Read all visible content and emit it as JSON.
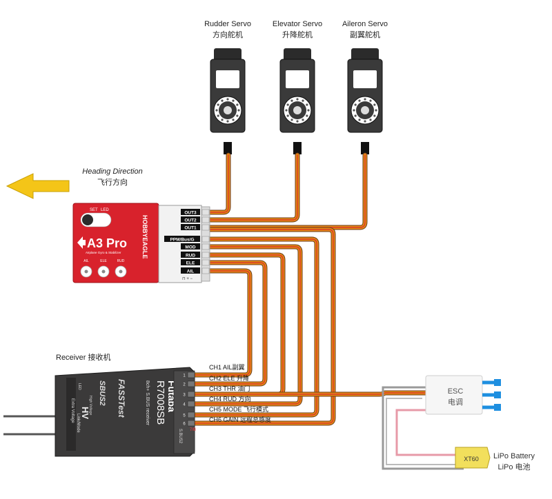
{
  "servos": [
    {
      "name_en": "Rudder Servo",
      "name_cn": "方向舵机"
    },
    {
      "name_en": "Elevator Servo",
      "name_cn": "升降舵机"
    },
    {
      "name_en": "Aileron Servo",
      "name_cn": "副翼舵机"
    }
  ],
  "heading": {
    "en": "Heading Direction",
    "cn": "飞行方向"
  },
  "controller": {
    "buttons": [
      "SET",
      "LED"
    ],
    "model": "A3 Pro",
    "subtitle": "Airplane Gyro & Stabilizer",
    "brand": "HOBBYEAGLE",
    "knobs": [
      "AIL",
      "ELE",
      "RUD"
    ],
    "ports": [
      "OUT3",
      "OUT2",
      "OUT1",
      "PPM/Bus/G",
      "MOD",
      "RUD",
      "ELE",
      "AIL"
    ],
    "polarity": "⊓ + −"
  },
  "receiver": {
    "title": "Receiver 接收机",
    "brand": "Futaba",
    "model": "R7008SB",
    "desc": "8ch+ S.BUS receiver",
    "fasst": "FASSTest",
    "sbus": "SBUS2",
    "hv": "HV",
    "hv_desc": "High Voltage",
    "ev": "Extra Voltage",
    "link": "Link/Mode",
    "led": "LED",
    "sbus_port": "S.BUS2",
    "ch78": "7/B",
    "pins": [
      "1",
      "2",
      "3",
      "4",
      "5",
      "6"
    ]
  },
  "channels": [
    "CH1 AIL副翼",
    "CH2 ELE 升降",
    "CH3 THR 油门",
    "CH4 RUD 方向",
    "CH5 MODE 飞行模式",
    "CH6 GAIN 远程总感度"
  ],
  "esc": {
    "en": "ESC",
    "cn": "电调"
  },
  "battery": {
    "connector": "XT60",
    "en": "LiPo Battery",
    "cn": "LiPo 电池"
  },
  "colors": {
    "red_body": "#d8222c",
    "wire_orange": "#e58a12",
    "wire_red": "#d83a2a",
    "wire_brown": "#6b3a1f",
    "arrow_yellow": "#f4c518",
    "esc_blue": "#1e8fe0"
  }
}
